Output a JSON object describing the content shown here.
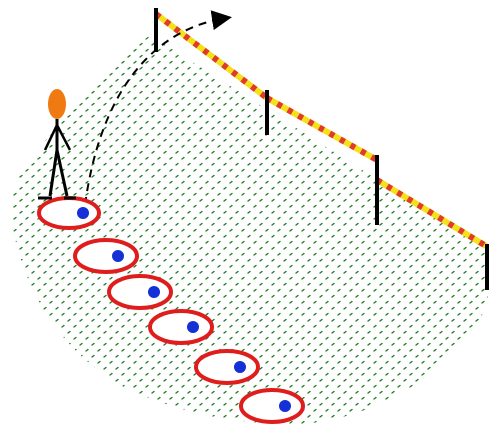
{
  "colors": {
    "background": "#ffffff",
    "field_dots": "#1f7a1f",
    "field_fill": "#ffffff",
    "rail_base": "#f4e11a",
    "rail_stripe": "#e03a2a",
    "post": "#000000",
    "ring": "#e01d1d",
    "ring_fill": "#ffffff",
    "marker": "#1430d6",
    "head": "#f07a12",
    "stick": "#000000",
    "arrow": "#000000"
  },
  "icons": {
    "athlete": "stick-figure-icon",
    "jump_arrow": "curved-arrow-icon",
    "marker": "blue-dot-icon",
    "ring": "red-ring-icon",
    "barrier": "striped-pole-icon"
  },
  "scene": {
    "barrier_posts": 4,
    "rail_segments": 3,
    "step_rings": 6
  }
}
